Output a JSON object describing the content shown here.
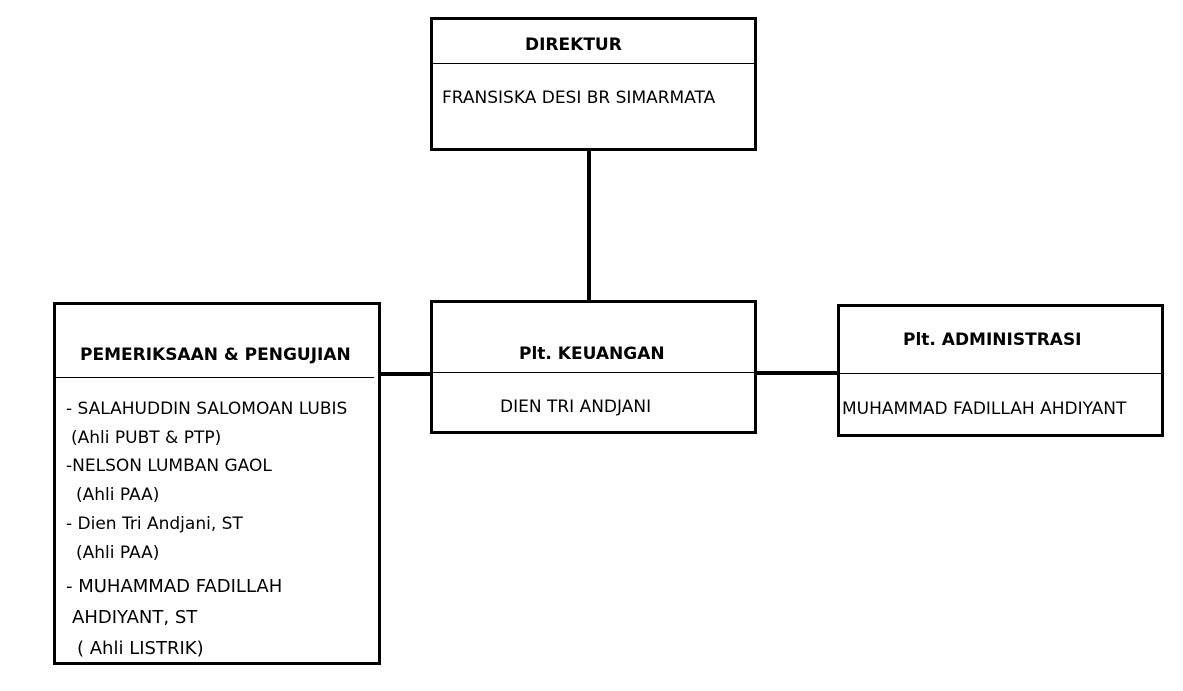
{
  "direktur": {
    "title": "DIREKTUR",
    "name": "FRANSISKA DESI BR SIMARMATA"
  },
  "keuangan": {
    "title": "Plt. KEUANGAN",
    "name": "DIEN TRI ANDJANI"
  },
  "administrasi": {
    "title": "Plt. ADMINISTRASI",
    "name": "MUHAMMAD FADILLAH AHDIYANT"
  },
  "pemeriksaan": {
    "title": "PEMERIKSAAN & PENGUJIAN",
    "members": [
      {
        "name": "- SALAHUDDIN SALOMOAN LUBIS",
        "role": "(Ahli PUBT & PTP)"
      },
      {
        "name": "-NELSON LUMBAN GAOL",
        "role": "(Ahli PAA)"
      },
      {
        "name": "- Dien Tri Andjani, ST",
        "role": "(Ahli PAA)"
      },
      {
        "name": "- MUHAMMAD FADILLAH",
        "name_cont": "AHDIYANT, ST",
        "role": "( Ahli LISTRIK)"
      }
    ]
  }
}
